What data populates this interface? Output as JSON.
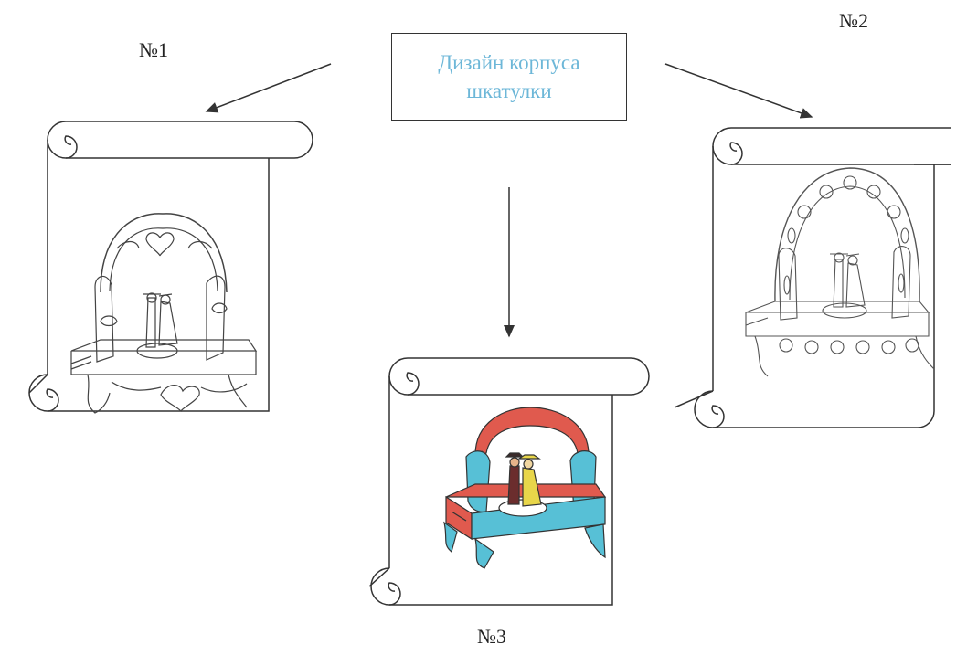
{
  "header": {
    "title_line1": "Дизайн корпуса",
    "title_line2": "шкатулки"
  },
  "variants": [
    {
      "label": "№1"
    },
    {
      "label": "№2"
    },
    {
      "label": "№3"
    }
  ],
  "colors": {
    "title_text": "#6db7d8",
    "line": "#333333",
    "canopy_red": "#e05a4e",
    "panel_teal": "#57c0d6",
    "figure_yellow": "#e8d64a",
    "figure_dark": "#6b2d2d"
  }
}
